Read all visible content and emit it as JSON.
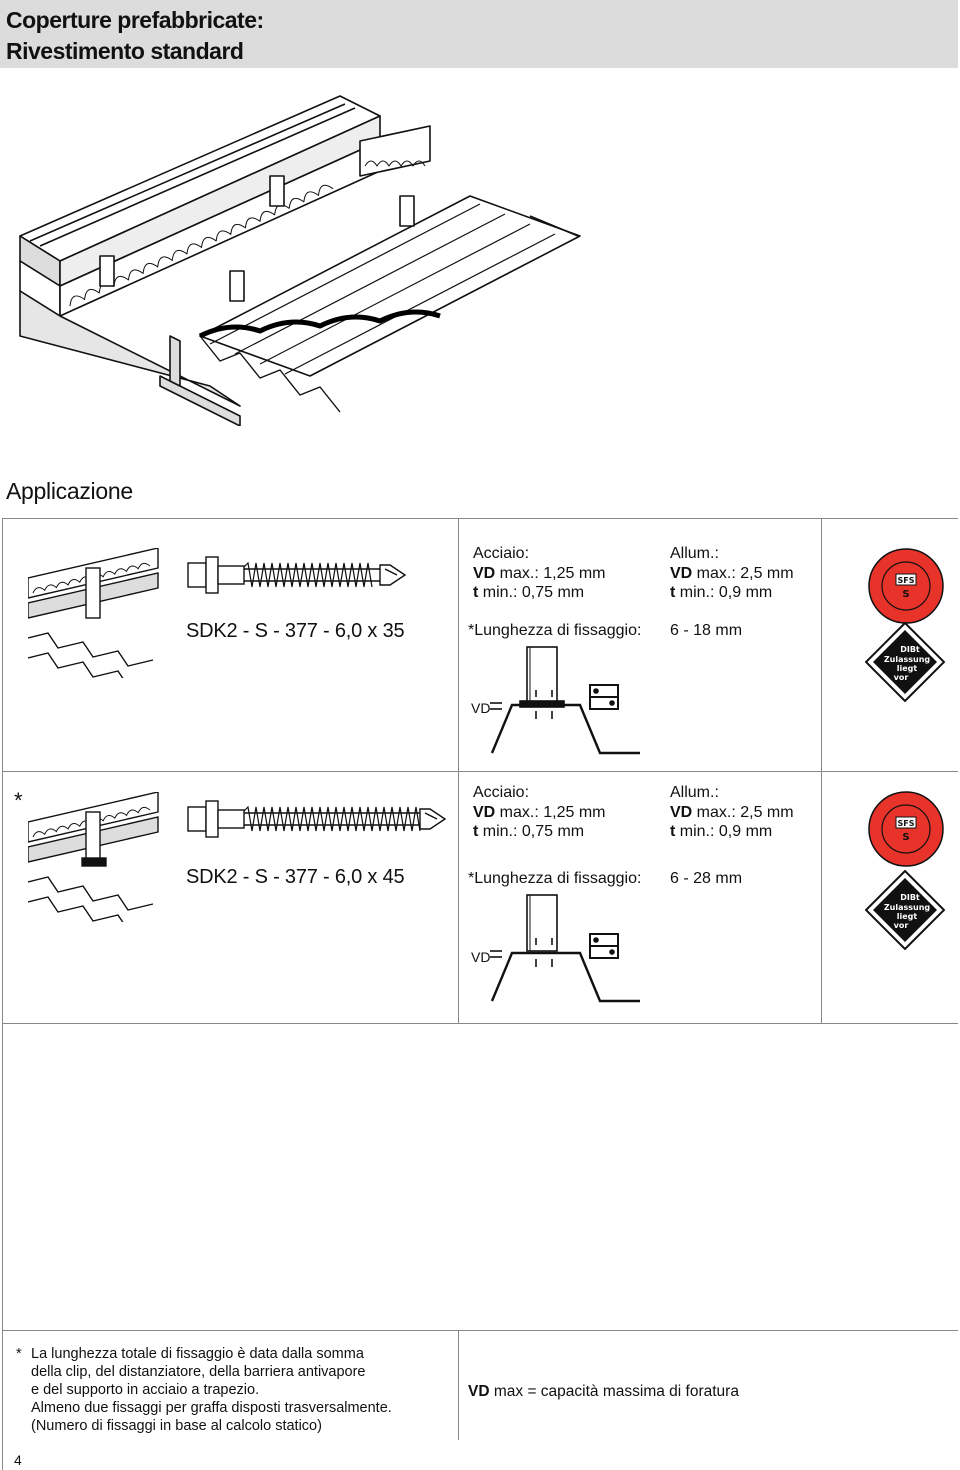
{
  "header": {
    "line1": "Coperture prefabbricate:",
    "line2": "Rivestimento standard"
  },
  "section_title": "Applicazione",
  "rows": [
    {
      "asterisk": "",
      "model": "SDK2 - S - 377 - 6,0 x 35",
      "steel": {
        "title": "Acciaio:",
        "vd_b": "VD",
        "vd": " max.: 1,25 mm",
        "t_b": "t",
        "t": " min.: 0,75 mm"
      },
      "alu": {
        "title": "Allum.:",
        "vd_b": "VD",
        "vd": " max.: 2,5 mm",
        "t_b": "t",
        "t": " min.: 0,9 mm"
      },
      "length_label": "*Lunghezza di fissaggio:",
      "length_value": "6 - 18 mm",
      "vd_label": "VD",
      "badge_sfs": "SFS S",
      "badge_dibt": "DIBt Zulassung liegt vor"
    },
    {
      "asterisk": "*",
      "model": "SDK2 - S - 377 - 6,0 x 45",
      "steel": {
        "title": "Acciaio:",
        "vd_b": "VD",
        "vd": " max.: 1,25 mm",
        "t_b": "t",
        "t": " min.: 0,75 mm"
      },
      "alu": {
        "title": "Allum.:",
        "vd_b": "VD",
        "vd": " max.: 2,5 mm",
        "t_b": "t",
        "t": " min.: 0,9 mm"
      },
      "length_label": "*Lunghezza di fissaggio:",
      "length_value": "6 - 28 mm",
      "vd_label": "VD",
      "badge_sfs": "SFS S",
      "badge_dibt": "DIBt Zulassung liegt vor"
    }
  ],
  "footnote": {
    "star": "*",
    "lines": [
      "La lunghezza totale di fissaggio è data dalla somma",
      "della clip, del distanziatore,  della barriera antivapore",
      "e del supporto in acciaio a trapezio.",
      "Almeno due fissaggi per graffa disposti trasversalmente.",
      "(Numero di fissaggi in base al calcolo statico)"
    ],
    "vd_b": "VD",
    "vd_text": " max = capacità massima di foratura"
  },
  "page_number": "4"
}
